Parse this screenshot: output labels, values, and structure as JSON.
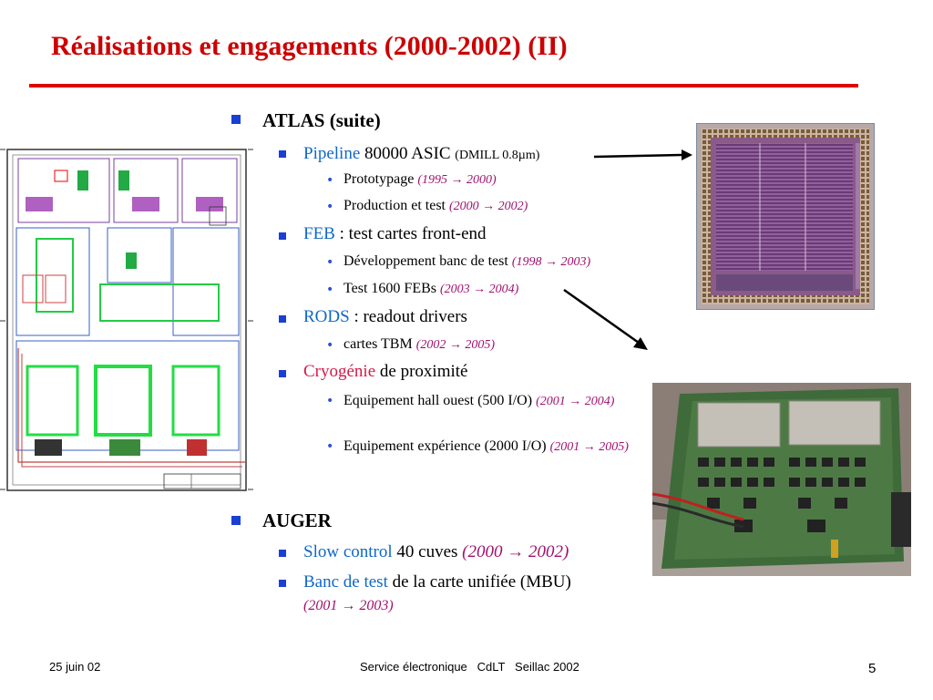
{
  "slide": {
    "title": "Réalisations et engagements (2000-2002)   (II)",
    "atlas": {
      "heading": "ATLAS (suite)",
      "pipeline": {
        "term": "Pipeline",
        "text": " 80000 ASIC ",
        "note": "(DMILL 0.8µm)"
      },
      "prototypage": {
        "text": "Prototypage ",
        "date": "(1995 → 2000)"
      },
      "production": {
        "text": "Production et test ",
        "date": "(2000 → 2002)"
      },
      "feb": {
        "term": "FEB",
        "text": " : test cartes front-end"
      },
      "banc_test": {
        "text": "Développement banc de test ",
        "date": "(1998 → 2003)"
      },
      "test_febs": {
        "text": "Test 1600 FEBs ",
        "date": "(2003 → 2004)"
      },
      "rods": {
        "term": "RODS",
        "text": " : readout drivers"
      },
      "tbm": {
        "text": " cartes TBM ",
        "date": "(2002 → 2005)"
      },
      "cryo": {
        "term": "Cryogénie",
        "text": " de proximité"
      },
      "hall": {
        "text": "Equipement hall ouest (500 I/O) ",
        "date": "(2001 → 2004)"
      },
      "experience": {
        "text": "Equipement expérience (2000 I/O) ",
        "date": "(2001 → 2005)"
      }
    },
    "auger": {
      "heading": "AUGER",
      "slow": {
        "term": "Slow control",
        "text": " 40 cuves ",
        "date": "(2000 → 2002)"
      },
      "banc": {
        "term": "Banc de test",
        "text": " de la carte unifiée (MBU)",
        "date": "(2001 → 2003)"
      }
    },
    "footer": {
      "date": "25 juin 02",
      "center": "Service électronique   CdLT   Seillac 2002",
      "page": "5"
    }
  },
  "colors": {
    "title": "#cc0000",
    "rule": "#e00000",
    "bullet": "#1a3fd4",
    "term_blue": "#0f68c8",
    "term_red": "#d41a4a",
    "date": "#a0106e"
  }
}
